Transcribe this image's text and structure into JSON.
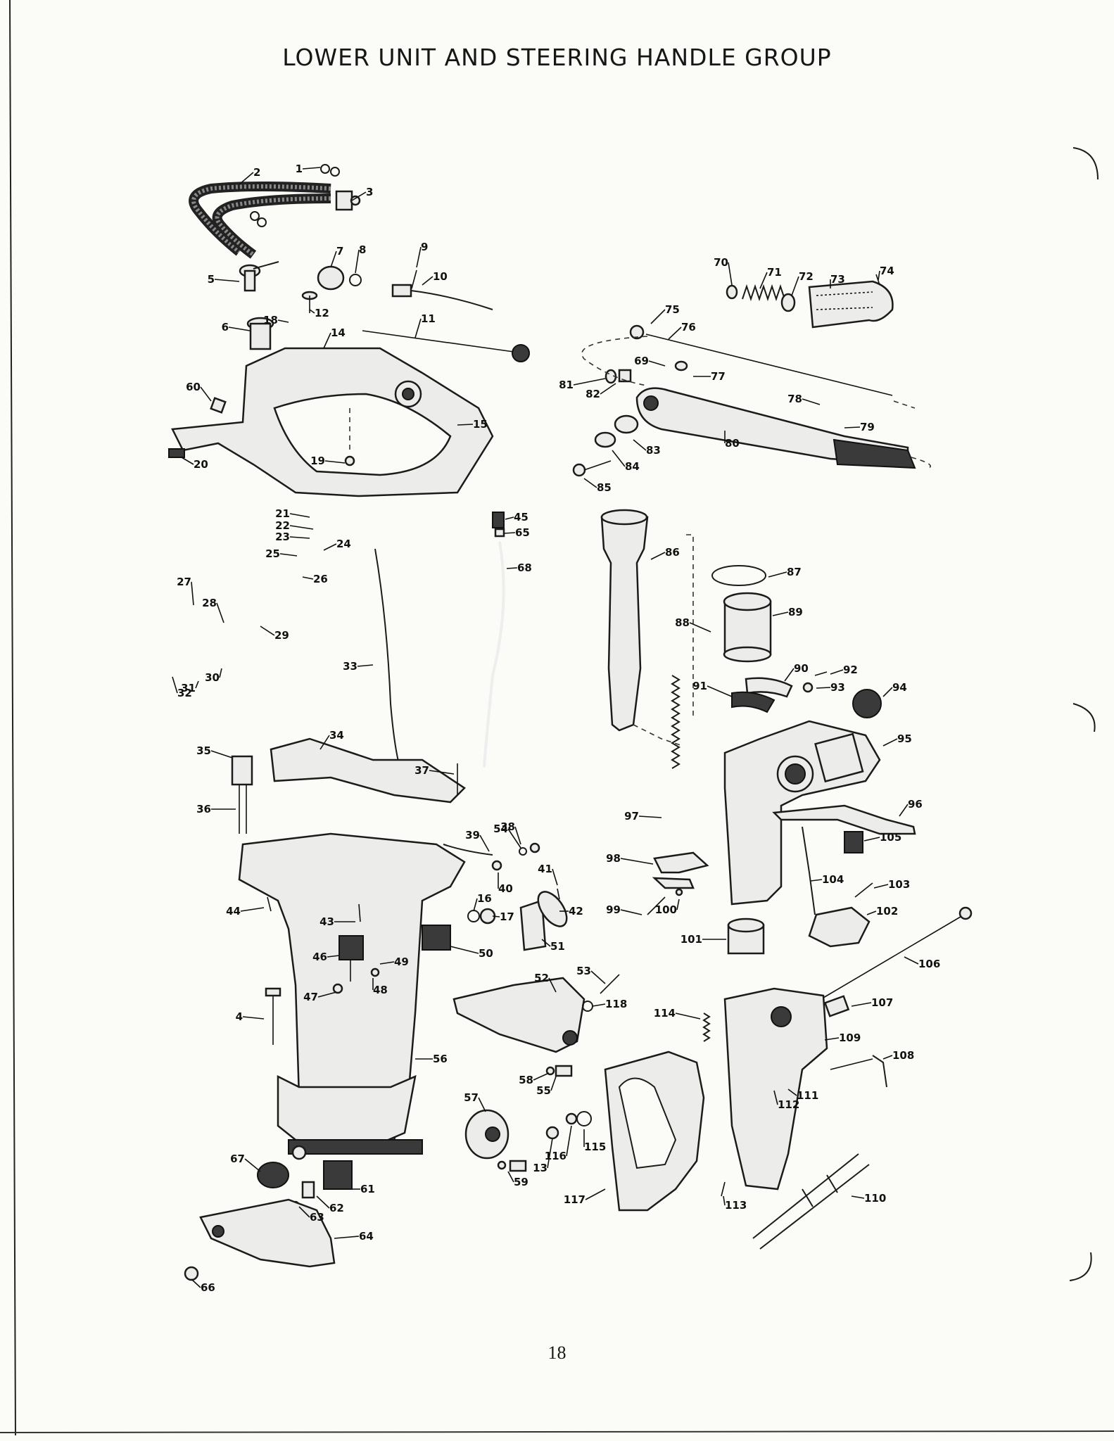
{
  "title": "LOWER UNIT AND STEERING HANDLE GROUP",
  "page_number": "18",
  "callouts": [
    "1",
    "2",
    "3",
    "4",
    "5",
    "6",
    "7",
    "8",
    "9",
    "10",
    "11",
    "12",
    "13",
    "14",
    "15",
    "16",
    "17",
    "18",
    "19",
    "20",
    "21",
    "22",
    "23",
    "24",
    "25",
    "26",
    "27",
    "28",
    "29",
    "30",
    "31",
    "32",
    "33",
    "34",
    "35",
    "36",
    "37",
    "38",
    "39",
    "40",
    "41",
    "42",
    "43",
    "44",
    "45",
    "46",
    "47",
    "48",
    "49",
    "50",
    "51",
    "52",
    "53",
    "54",
    "55",
    "56",
    "57",
    "58",
    "59",
    "60",
    "61",
    "62",
    "63",
    "64",
    "65",
    "66",
    "67",
    "68",
    "69",
    "70",
    "71",
    "72",
    "73",
    "74",
    "75",
    "76",
    "77",
    "78",
    "79",
    "80",
    "81",
    "82",
    "83",
    "84",
    "85",
    "86",
    "87",
    "88",
    "89",
    "90",
    "91",
    "92",
    "93",
    "94",
    "95",
    "96",
    "97",
    "98",
    "99",
    "100",
    "101",
    "102",
    "103",
    "104",
    "105",
    "106",
    "107",
    "108",
    "109",
    "110",
    "111",
    "112",
    "113",
    "114",
    "115",
    "116",
    "117",
    "118"
  ]
}
